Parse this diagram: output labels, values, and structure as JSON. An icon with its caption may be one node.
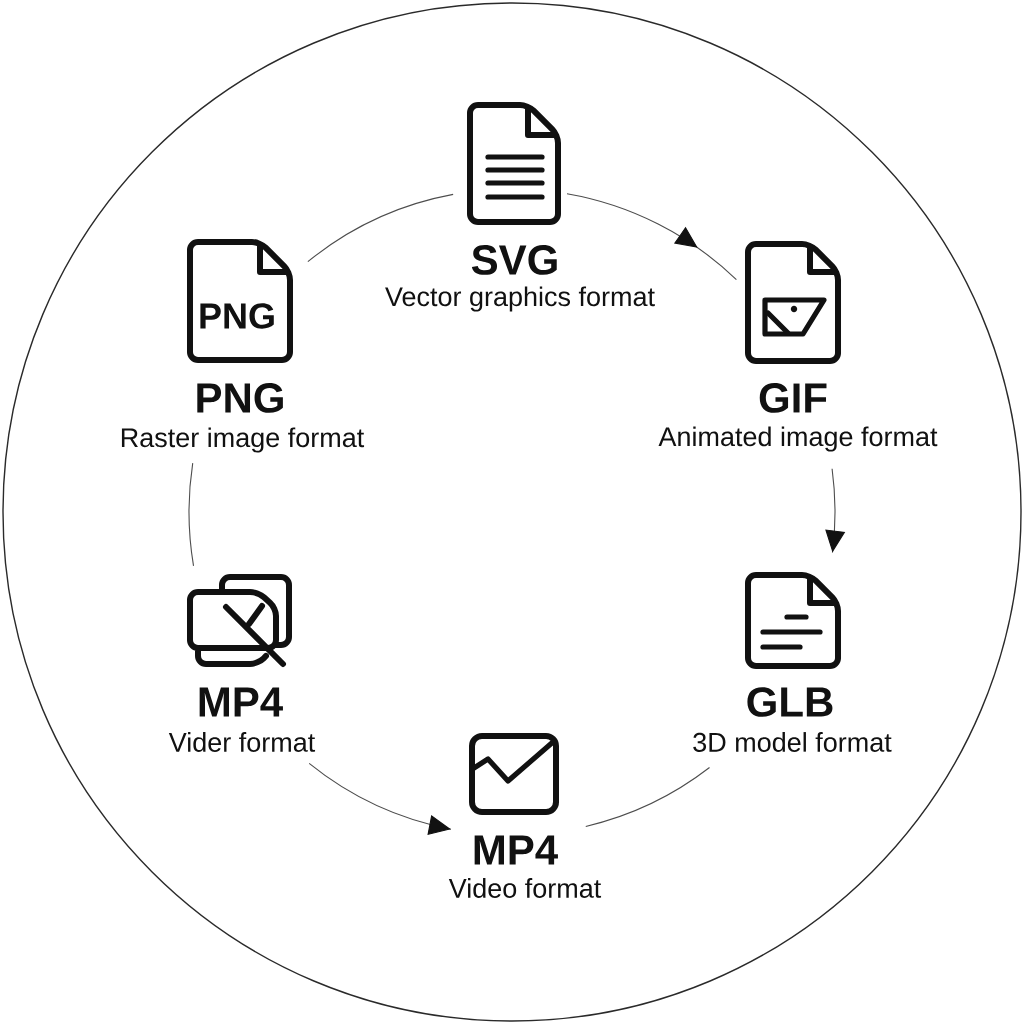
{
  "diagram": {
    "nodes": [
      {
        "text": [
          "SVG",
          "Vector graphics format"
        ]
      },
      {
        "text": [
          "PNG",
          "PNG",
          "Raster image format"
        ]
      },
      {
        "text": [
          "GIF",
          "Animated image format"
        ]
      },
      {
        "text": [
          "MP4",
          "Vider format"
        ]
      },
      {
        "text": [
          "GLB",
          "3D model format"
        ]
      },
      {
        "text": [
          "MP4",
          "Video format"
        ]
      }
    ],
    "edges": [
      {
        "from": 0,
        "to": 2,
        "arrow": "to"
      },
      {
        "from": 2,
        "to": 4,
        "arrow": "to"
      },
      {
        "from": 4,
        "to": 5,
        "arrow": "none"
      },
      {
        "from": 3,
        "to": 5,
        "arrow": "to"
      },
      {
        "from": 1,
        "to": 3,
        "arrow": "none"
      },
      {
        "from": 1,
        "to": 0,
        "arrow": "none"
      }
    ]
  }
}
